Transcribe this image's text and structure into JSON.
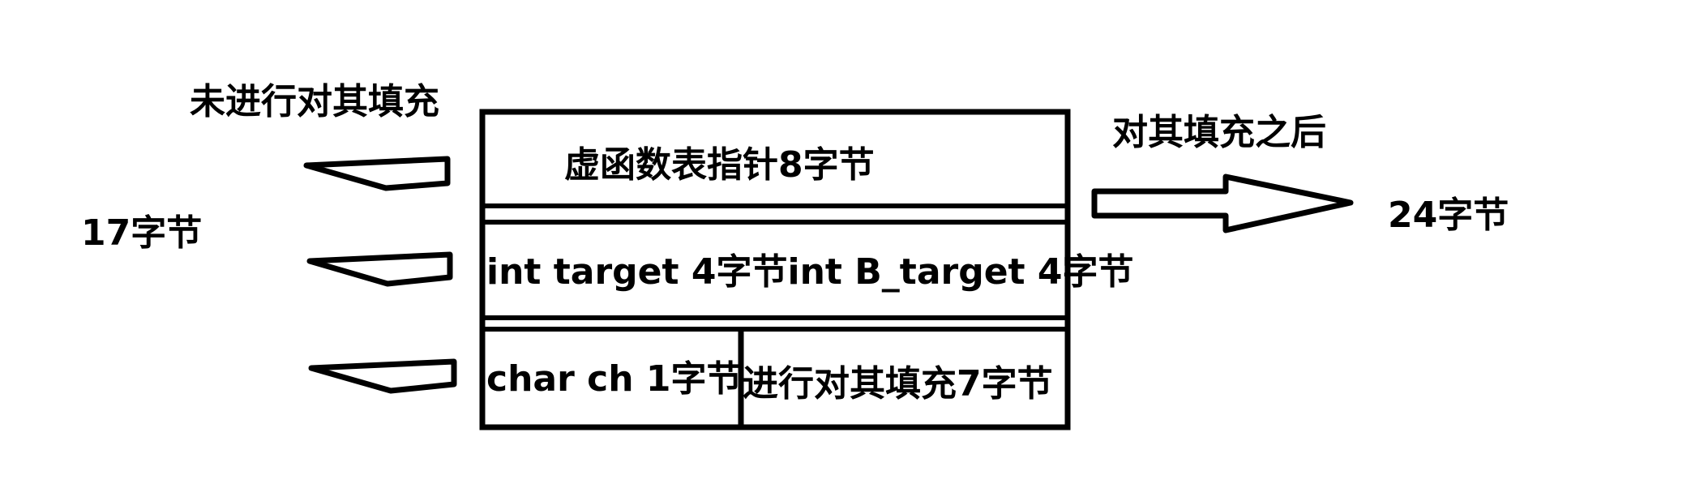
{
  "diagram": {
    "left_title": "未进行对其填充",
    "left_size": "17字节",
    "right_title": "对其填充之后",
    "right_size": "24字节",
    "rows": {
      "vptr": "虚函数表指针8字节",
      "ints": "int target 4字节int B_target 4字节",
      "char": "char ch 1字节",
      "padding": "进行对其填充7字节"
    }
  }
}
